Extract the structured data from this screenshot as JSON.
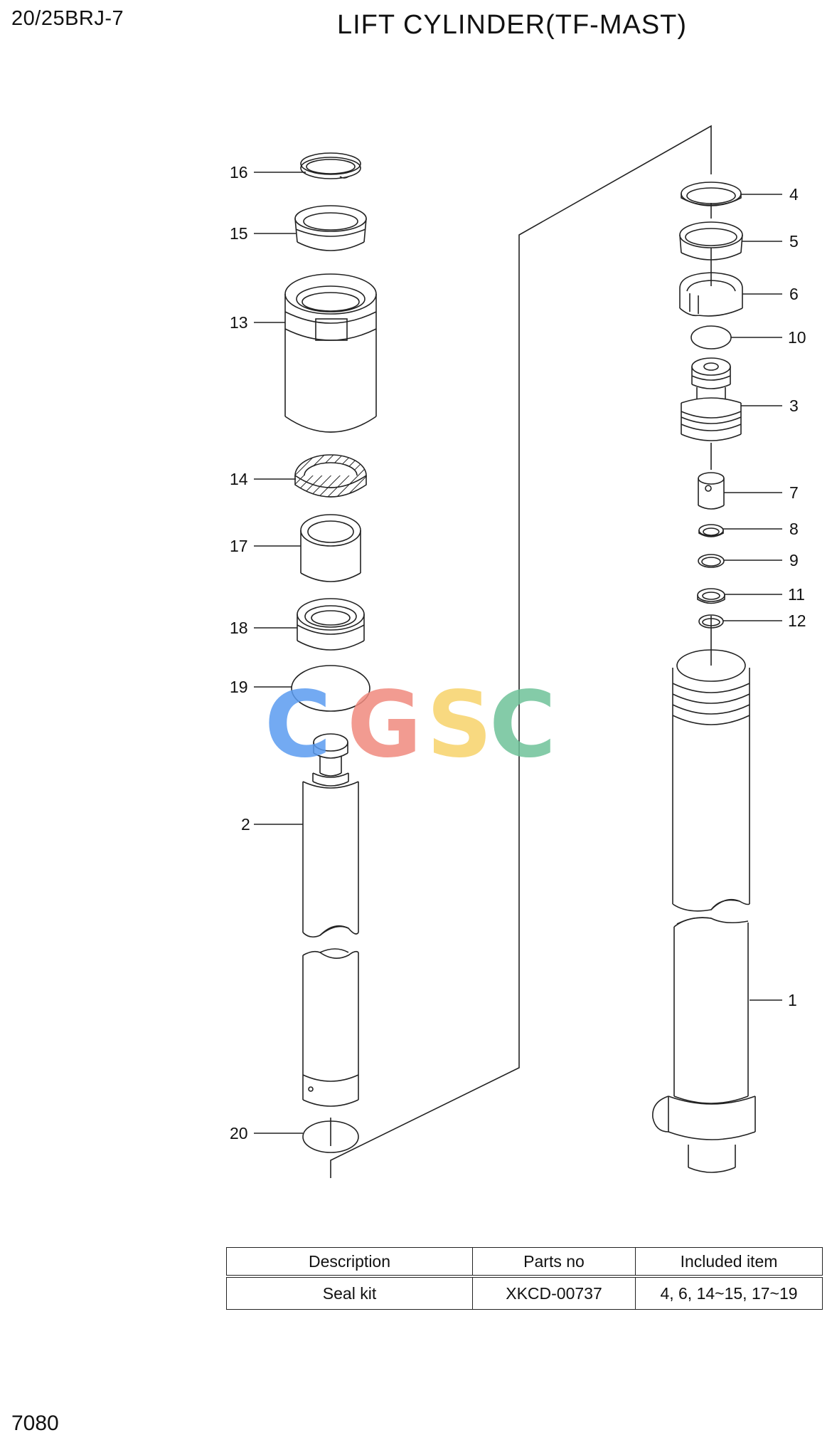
{
  "header": {
    "model": "20/25BRJ-7",
    "title": "LIFT CYLINDER(TF-MAST)"
  },
  "footer": {
    "page_number": "7080"
  },
  "watermark": {
    "text": "CGSC",
    "colors": [
      "#5b9cf0",
      "#f08a7e",
      "#f7d36b",
      "#6fc29a"
    ]
  },
  "callouts": {
    "p16": "16",
    "p15": "15",
    "p13": "13",
    "p14": "14",
    "p17": "17",
    "p18": "18",
    "p19": "19",
    "p2": "2",
    "p20": "20",
    "p4": "4",
    "p5": "5",
    "p6": "6",
    "p10": "10",
    "p3": "3",
    "p7": "7",
    "p8": "8",
    "p9": "9",
    "p11": "11",
    "p12": "12",
    "p1": "1"
  },
  "seal_kit_table": {
    "headers": [
      "Description",
      "Parts no",
      "Included item"
    ],
    "rows": [
      [
        "Seal kit",
        "XKCD-00737",
        "4, 6, 14~15, 17~19"
      ]
    ]
  }
}
